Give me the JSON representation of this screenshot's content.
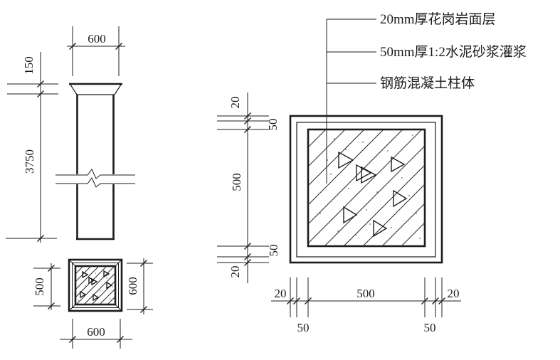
{
  "drawing": {
    "leader_labels": {
      "granite": "20mm厚花岗岩面层",
      "mortar": "50mm厚1:2水泥砂浆灌浆",
      "concrete": "钢筋混凝土柱体"
    },
    "elevation": {
      "width_top": "600",
      "cap_height": "150",
      "shaft_height": "3750"
    },
    "plan": {
      "core": "500",
      "height": "600",
      "width": "600"
    },
    "section": {
      "v20_top": "20",
      "v50_top": "50",
      "v500": "500",
      "v50_bot": "50",
      "v20_bot": "20",
      "h20_left": "20",
      "h500": "500",
      "h20_right": "20",
      "h50_left": "50",
      "h50_right": "50"
    },
    "colors": {
      "line": "#1c1c1c",
      "background": "#ffffff"
    }
  }
}
